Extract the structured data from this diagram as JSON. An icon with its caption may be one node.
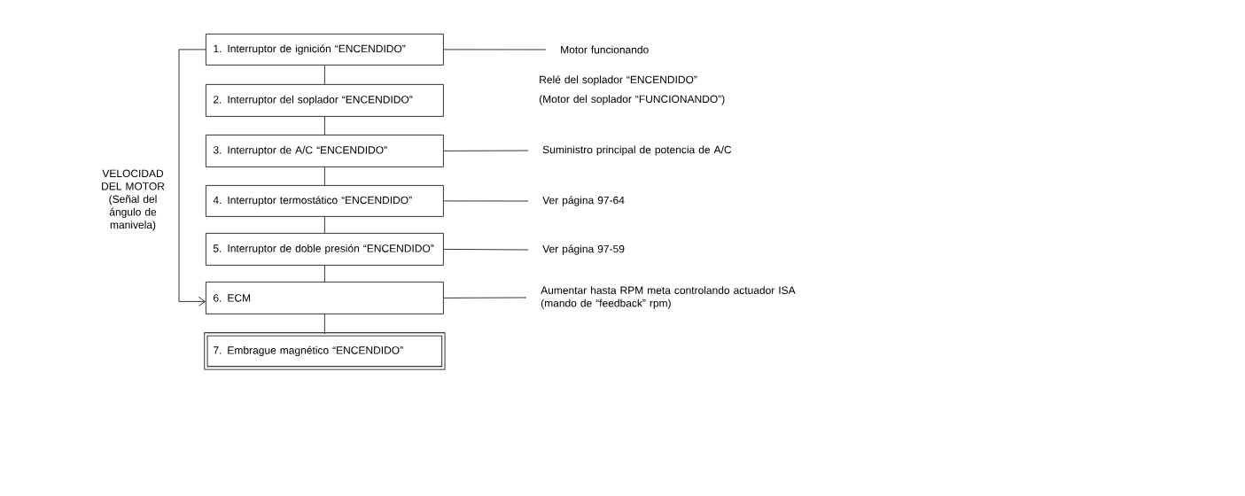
{
  "diagram": {
    "nodes": [
      {
        "text": [
          "1. Interruptor de ignición “ENCENDIDO”"
        ]
      },
      {
        "text": [
          "Motor funcionando"
        ]
      },
      {
        "text": [
          "2. Interruptor del soplador “ENCENDIDO”"
        ],
        "beside": [
          "Relé del soplador “ENCENDIDO”",
          "(Motor del soplador “FUNCIONANDO”)"
        ]
      },
      {
        "text": [
          "3. Interruptor de A/C “ENCENDIDO”"
        ]
      },
      {
        "text": [
          "Suministro principal de potencia de A/C"
        ]
      },
      {
        "text": [
          "4. Interruptor termostático “ENCENDIDO”"
        ]
      },
      {
        "text": [
          "Ver página 97-64"
        ]
      },
      {
        "text": [
          "5. Interruptor de doble presión “ENCENDIDO”"
        ]
      },
      {
        "text": [
          "Ver página 97-59"
        ]
      },
      {
        "text": [
          "6. ECM"
        ]
      },
      {
        "text": [
          "Aumentar hasta RPM meta controlando actuador ISA (mando de “feedback” rpm)"
        ]
      },
      {
        "text": [
          "7. Embrague magnético “ENCENDIDO”"
        ]
      }
    ],
    "edges": [
      {
        "from": 0,
        "to": 2,
        "arrow": "none"
      },
      {
        "from": 2,
        "to": 3,
        "arrow": "none"
      },
      {
        "from": 3,
        "to": 5,
        "arrow": "none"
      },
      {
        "from": 5,
        "to": 7,
        "arrow": "none"
      },
      {
        "from": 7,
        "to": 9,
        "arrow": "none"
      },
      {
        "from": 9,
        "to": 11,
        "arrow": "none"
      },
      {
        "from": 0,
        "to": 1,
        "arrow": "none"
      },
      {
        "from": 3,
        "to": 4,
        "arrow": "none"
      },
      {
        "from": 5,
        "to": 6,
        "arrow": "none"
      },
      {
        "from": 7,
        "to": 8,
        "arrow": "none"
      },
      {
        "from": 9,
        "to": 10,
        "arrow": "none"
      },
      {
        "from": 0,
        "to": 9,
        "arrow": "to",
        "label": "VELOCIDAD DEL MOTOR (Señal del ángulo de manivela)"
      }
    ]
  }
}
